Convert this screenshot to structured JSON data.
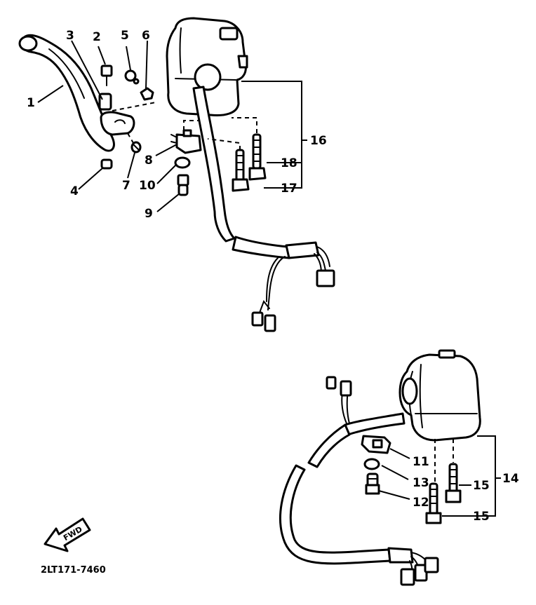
{
  "diagram": {
    "callouts": {
      "c1": "1",
      "c2": "2",
      "c3": "3",
      "c4": "4",
      "c5": "5",
      "c6": "6",
      "c7": "7",
      "c8": "8",
      "c9": "9",
      "c10": "10",
      "c11": "11",
      "c12": "12",
      "c13": "13",
      "c14": "14",
      "c15a": "15",
      "c15b": "15",
      "c16": "16",
      "c17": "17",
      "c18": "18"
    },
    "direction_arrow": "FWD",
    "diagram_code": "2LT171-7460"
  }
}
